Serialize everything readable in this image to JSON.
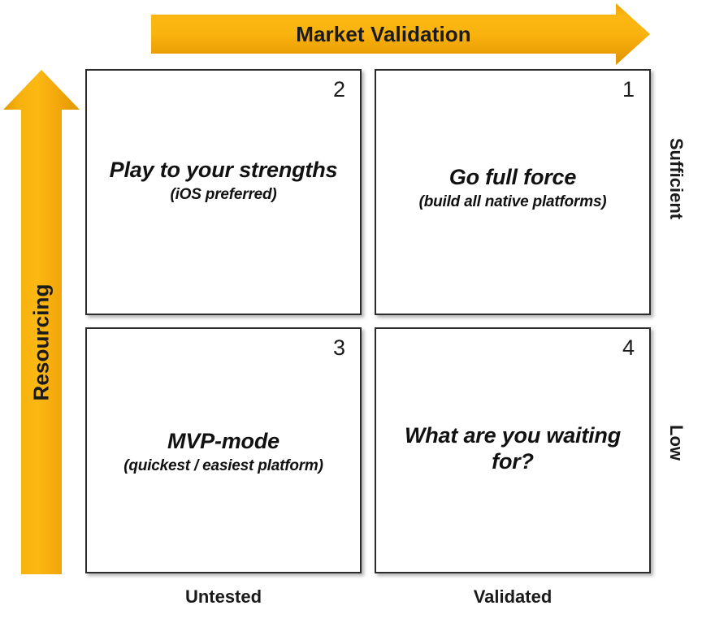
{
  "diagram": {
    "x_axis": {
      "title": "Market Validation",
      "ticks": {
        "low": "Untested",
        "high": "Validated"
      }
    },
    "y_axis": {
      "title": "Resourcing",
      "ticks": {
        "high": "Sufficient",
        "low": "Low"
      }
    },
    "quadrants": [
      {
        "id": "top-left",
        "number": "2",
        "title": "Play to your strengths",
        "subtitle": "(iOS preferred)"
      },
      {
        "id": "top-right",
        "number": "1",
        "title": "Go full force",
        "subtitle": "(build all native platforms)"
      },
      {
        "id": "bottom-left",
        "number": "3",
        "title": "MVP-mode",
        "subtitle": "(quickest / easiest platform)"
      },
      {
        "id": "bottom-right",
        "number": "4",
        "title": "What are you waiting for?",
        "subtitle": ""
      }
    ],
    "colors": {
      "arrow_light": "#FCB813",
      "arrow_mid": "#F2A40B",
      "arrow_dark": "#DE9400",
      "box_border": "#2B2B2B",
      "text": "#111111",
      "background": "#FFFFFF"
    }
  }
}
